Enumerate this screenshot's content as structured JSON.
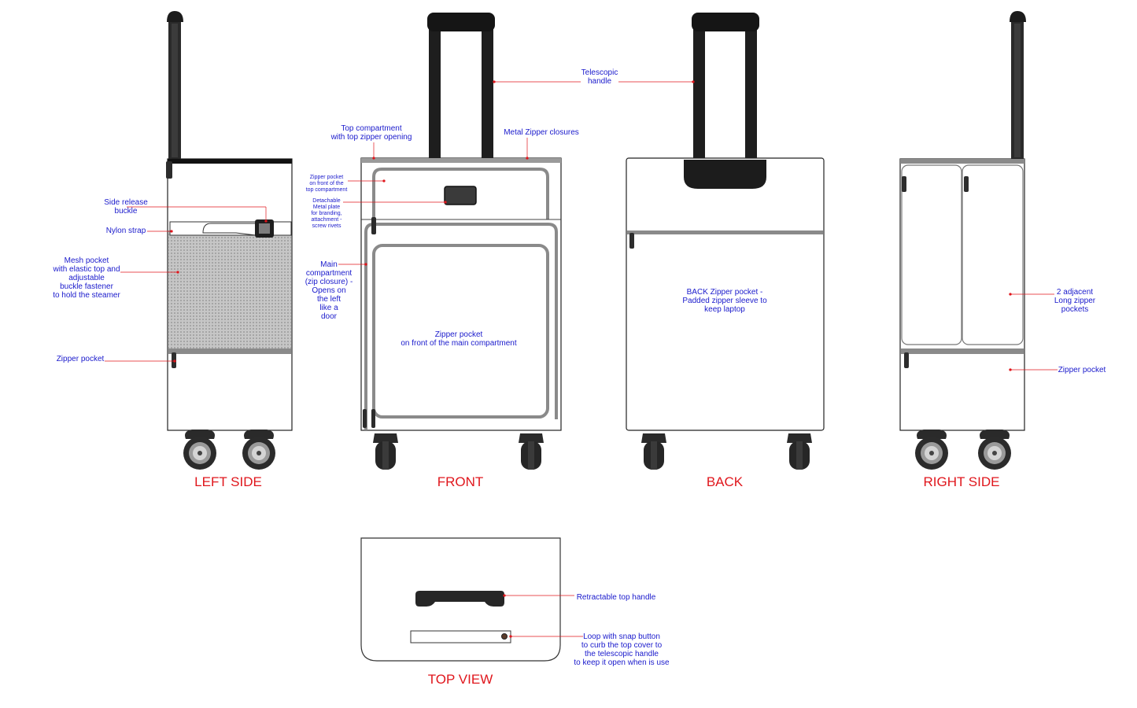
{
  "colors": {
    "annotation_text": "#1a1acc",
    "leader_line": "#e0161c",
    "view_title": "#e0161c",
    "outline": "#222222",
    "zipper": "#8a8a8a",
    "handle": "#1c1c1c",
    "mesh": "#b9b9b9"
  },
  "views": {
    "left_side": "LEFT SIDE",
    "front": "FRONT",
    "back": "BACK",
    "right_side": "RIGHT SIDE",
    "top_view": "TOP VIEW"
  },
  "annotations": {
    "side_release_buckle": "Side release\nbuckle",
    "nylon_strap": "Nylon strap",
    "mesh_pocket": "Mesh pocket\nwith elastic top and\nadjustable\nbuckle fastener\nto hold the steamer",
    "left_zipper_pocket": "Zipper pocket",
    "top_compartment": "Top compartment\nwith top zipper opening",
    "telescopic_handle": "Telescopic\nhandle",
    "metal_zipper": "Metal Zipper closures",
    "top_zipper_pocket": "Zipper pocket\non front of the\ntop compartment",
    "metal_plate": "Detachable\nMetal plate\nfor branding,\nattachment -\nscrew rivets",
    "main_compartment": "Main\ncompartment\n(zip closure) -\nOpens on\nthe left\nlike a\ndoor",
    "front_zipper_pocket": "Zipper pocket\non front of the main compartment",
    "back_zipper_pocket": "BACK Zipper pocket -\nPadded zipper sleeve to\nkeep laptop",
    "long_zipper_pockets": "2 adjacent\nLong zipper\npockets",
    "right_zipper_pocket": "Zipper pocket",
    "retractable_handle": "Retractable top handle",
    "loop_snap": "Loop with snap button\nto curb the top cover to\nthe telescopic handle\nto keep it open when is use"
  }
}
